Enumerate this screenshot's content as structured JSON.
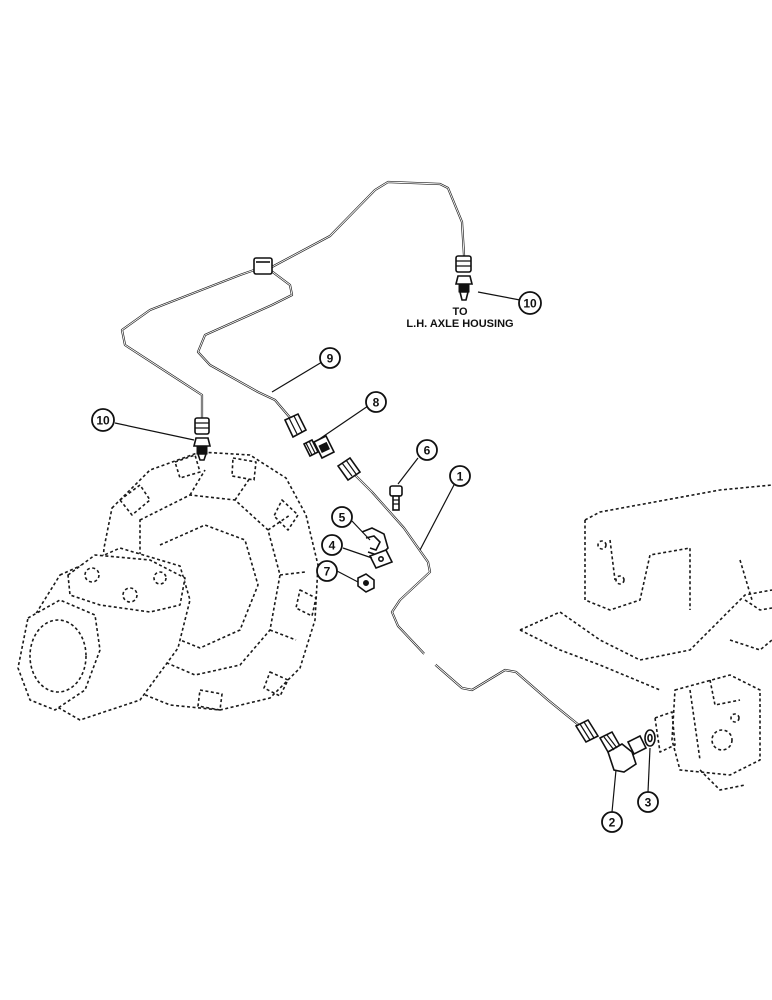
{
  "destination_note": {
    "line1": "TO",
    "line2": "L.H. AXLE HOUSING"
  },
  "callouts": [
    {
      "id": "1",
      "label": "1"
    },
    {
      "id": "2",
      "label": "2"
    },
    {
      "id": "3",
      "label": "3"
    },
    {
      "id": "4",
      "label": "4"
    },
    {
      "id": "5",
      "label": "5"
    },
    {
      "id": "6",
      "label": "6"
    },
    {
      "id": "7",
      "label": "7"
    },
    {
      "id": "8",
      "label": "8"
    },
    {
      "id": "9",
      "label": "9"
    },
    {
      "id": "10a",
      "label": "10"
    },
    {
      "id": "10b",
      "label": "10"
    }
  ]
}
